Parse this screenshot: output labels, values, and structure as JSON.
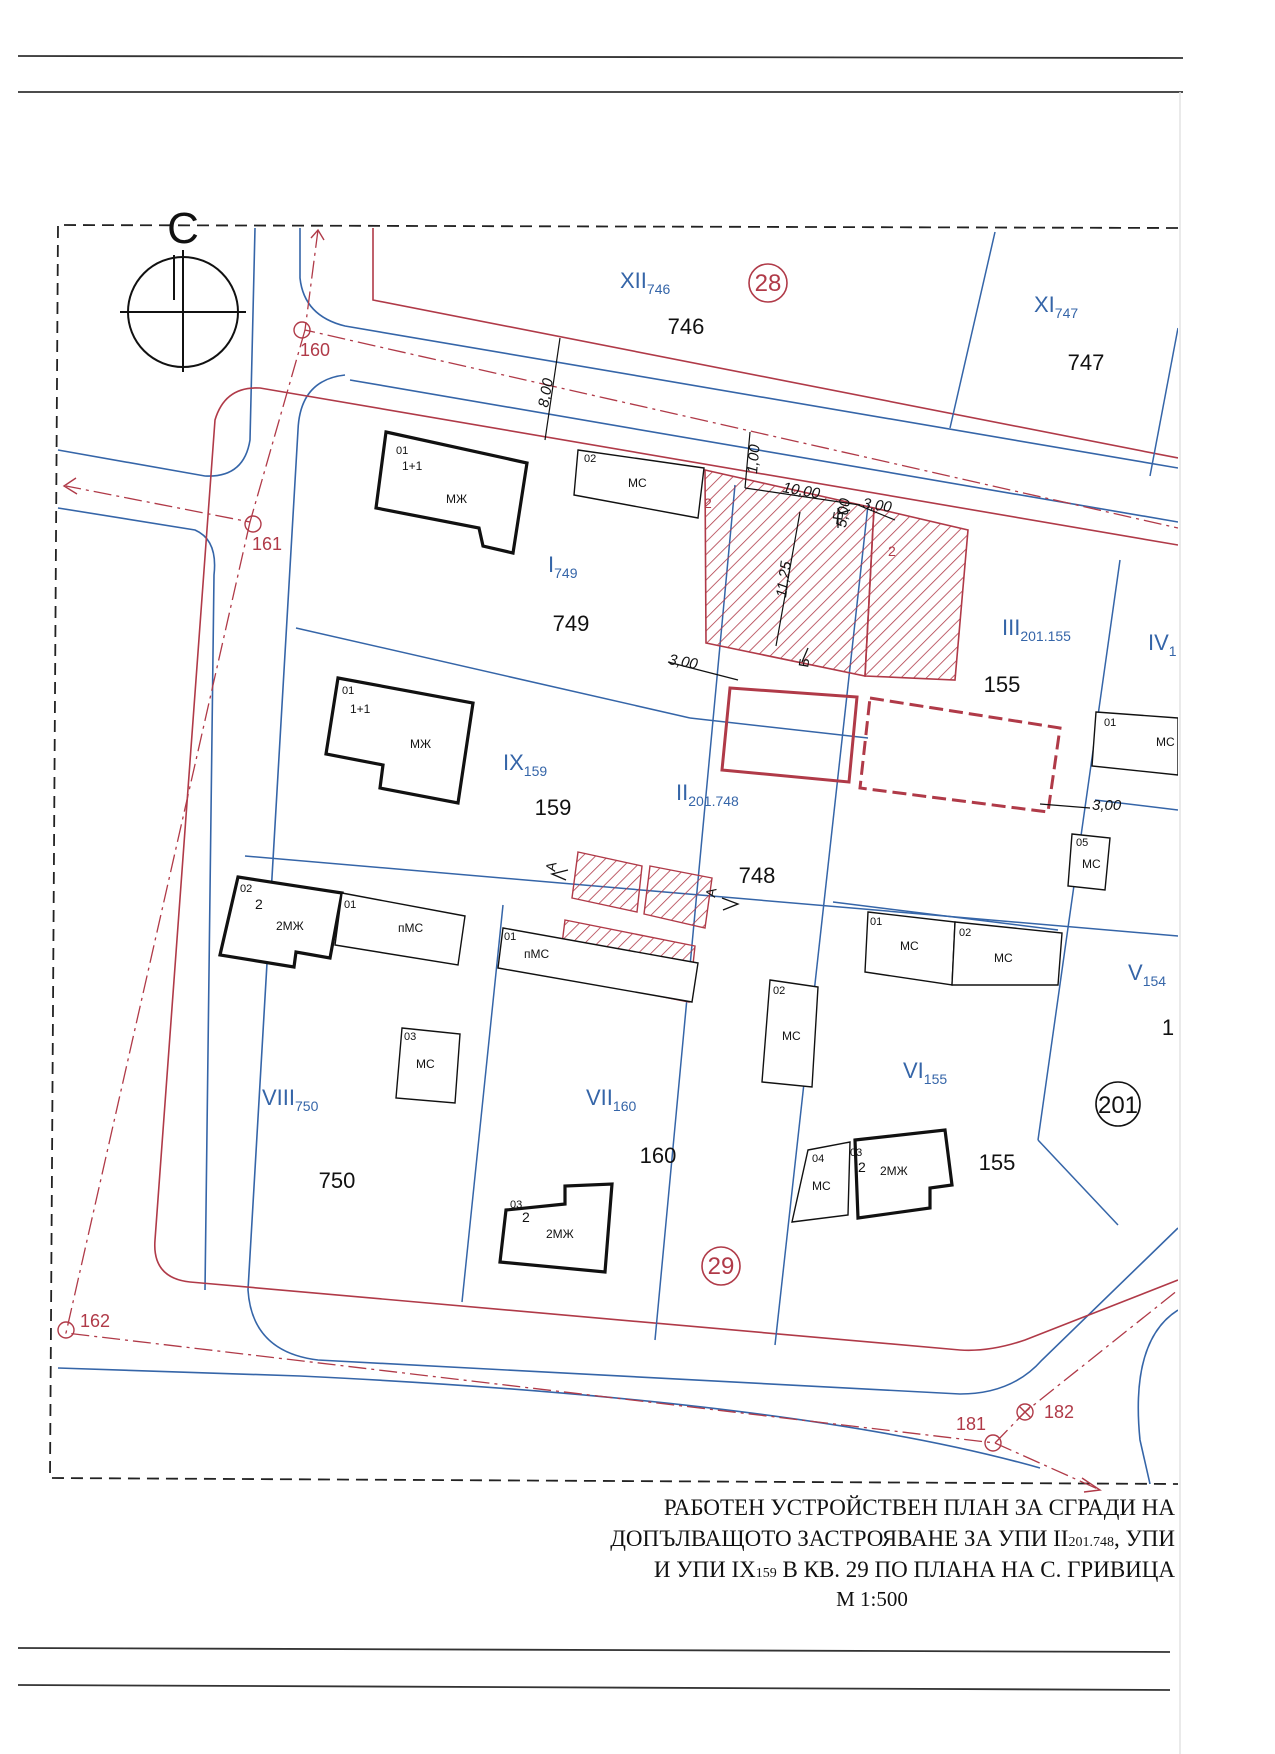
{
  "north_label": "С",
  "blocks": [
    {
      "id": "28"
    },
    {
      "id": "29"
    },
    {
      "id": "201"
    }
  ],
  "plots": [
    {
      "code": "XII",
      "sub": "746",
      "number": "746"
    },
    {
      "code": "XI",
      "sub": "747",
      "number": "747"
    },
    {
      "code": "I",
      "sub": "749",
      "number": "749"
    },
    {
      "code": "III",
      "sub": "201.155",
      "number": "155"
    },
    {
      "code": "IV",
      "sub": "1",
      "number": ""
    },
    {
      "code": "IX",
      "sub": "159",
      "number": "159"
    },
    {
      "code": "II",
      "sub": "201.748",
      "number": "748"
    },
    {
      "code": "V",
      "sub": "154",
      "number": "1"
    },
    {
      "code": "VIII",
      "sub": "750",
      "number": "750"
    },
    {
      "code": "VII",
      "sub": "160",
      "number": "160"
    },
    {
      "code": "VI",
      "sub": "155",
      "number": "155"
    }
  ],
  "points": [
    "160",
    "161",
    "162",
    "181",
    "182"
  ],
  "dimensions": [
    "8,00",
    "1,00",
    "10,00",
    "3,00",
    "11,25",
    "3,00",
    "3,00",
    "5,00"
  ],
  "buildings": [
    {
      "no": "01",
      "floors": "1+1",
      "type": "МЖ"
    },
    {
      "no": "02",
      "floors": "",
      "type": "МС"
    },
    {
      "no": "01",
      "floors": "1+1",
      "type": "МЖ"
    },
    {
      "no": "01",
      "floors": "",
      "type": "МС"
    },
    {
      "no": "05",
      "floors": "",
      "type": "МС"
    },
    {
      "no": "02",
      "floors": "2",
      "type": "2МЖ"
    },
    {
      "no": "01",
      "floors": "",
      "type": "пМС"
    },
    {
      "no": "01",
      "floors": "",
      "type": "пМС"
    },
    {
      "no": "01",
      "floors": "",
      "type": "МС"
    },
    {
      "no": "02",
      "floors": "",
      "type": "МС"
    },
    {
      "no": "03",
      "floors": "",
      "type": "МС"
    },
    {
      "no": "02",
      "floors": "",
      "type": "МС"
    },
    {
      "no": "04",
      "floors": "",
      "type": "МС"
    },
    {
      "no": "03",
      "floors": "2",
      "type": "2МЖ"
    },
    {
      "no": "03",
      "floors": "2",
      "type": "2МЖ"
    }
  ],
  "new_building_floors": [
    "2",
    "2"
  ],
  "section_marks": [
    "А",
    "Б"
  ],
  "title": {
    "line1": "РАБОТЕН УСТРОЙСТВЕН ПЛАН ЗА СГРАДИ НА",
    "line2_a": "ДОПЪЛВАЩОТО ЗАСТРОЯВАНЕ ЗА УПИ II",
    "line2_sub": "201.748",
    "line2_b": ", УПИ",
    "line3_a": "И УПИ IX",
    "line3_sub": "159",
    "line3_b": " В КВ. 29 ПО ПЛАНА НА С. ГРИВИЦА",
    "scale": "М 1:500"
  }
}
